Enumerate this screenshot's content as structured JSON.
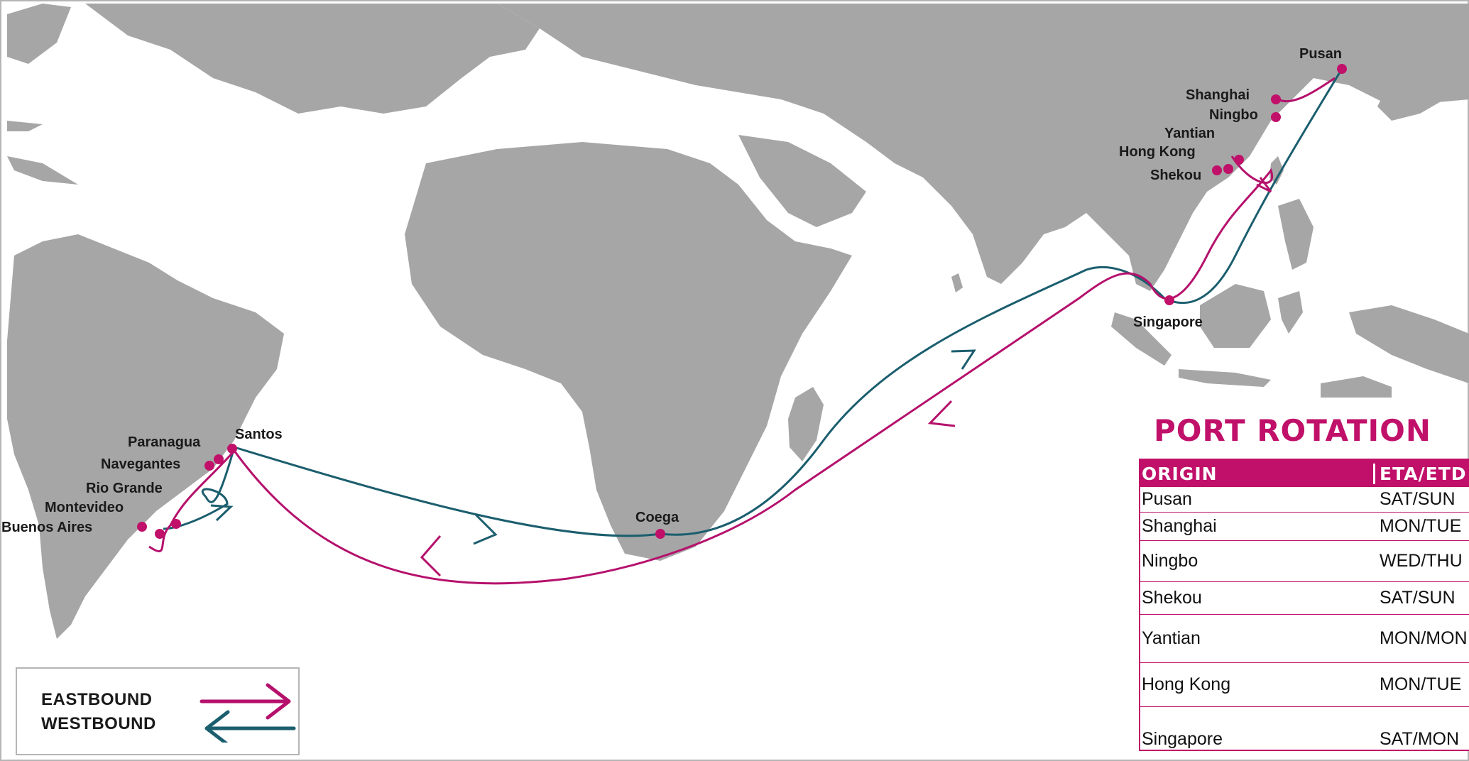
{
  "map": {
    "colors": {
      "land": "#a6a6a6",
      "water": "#ffffff",
      "eastbound": "#b5116c",
      "westbound": "#1b5e6e",
      "port": "#c0106a"
    },
    "ports": {
      "pusan": "Pusan",
      "shanghai": "Shanghai",
      "ningbo": "Ningbo",
      "yantian": "Yantian",
      "hongkong": "Hong Kong",
      "shekou": "Shekou",
      "singapore": "Singapore",
      "coega": "Coega",
      "santos": "Santos",
      "paranagua": "Paranagua",
      "navegantes": "Navegantes",
      "riogrande": "Rio Grande",
      "montevideo": "Montevideo",
      "buenosaires": "Buenos Aires"
    }
  },
  "legend": {
    "eastbound": "EASTBOUND",
    "westbound": "WESTBOUND"
  },
  "rotation": {
    "title": "PORT ROTATION",
    "headers": {
      "origin": "ORIGIN",
      "eta": "ETA/ETD"
    },
    "rows": [
      {
        "origin": "Pusan",
        "eta": "SAT/SUN"
      },
      {
        "origin": "Shanghai",
        "eta": "MON/TUE"
      },
      {
        "origin": "Ningbo",
        "eta": "WED/THU"
      },
      {
        "origin": "Shekou",
        "eta": "SAT/SUN"
      },
      {
        "origin": "Yantian",
        "eta": "MON/MON"
      },
      {
        "origin": "Hong Kong",
        "eta": "MON/TUE"
      },
      {
        "origin": "Singapore",
        "eta": "SAT/MON"
      }
    ]
  }
}
